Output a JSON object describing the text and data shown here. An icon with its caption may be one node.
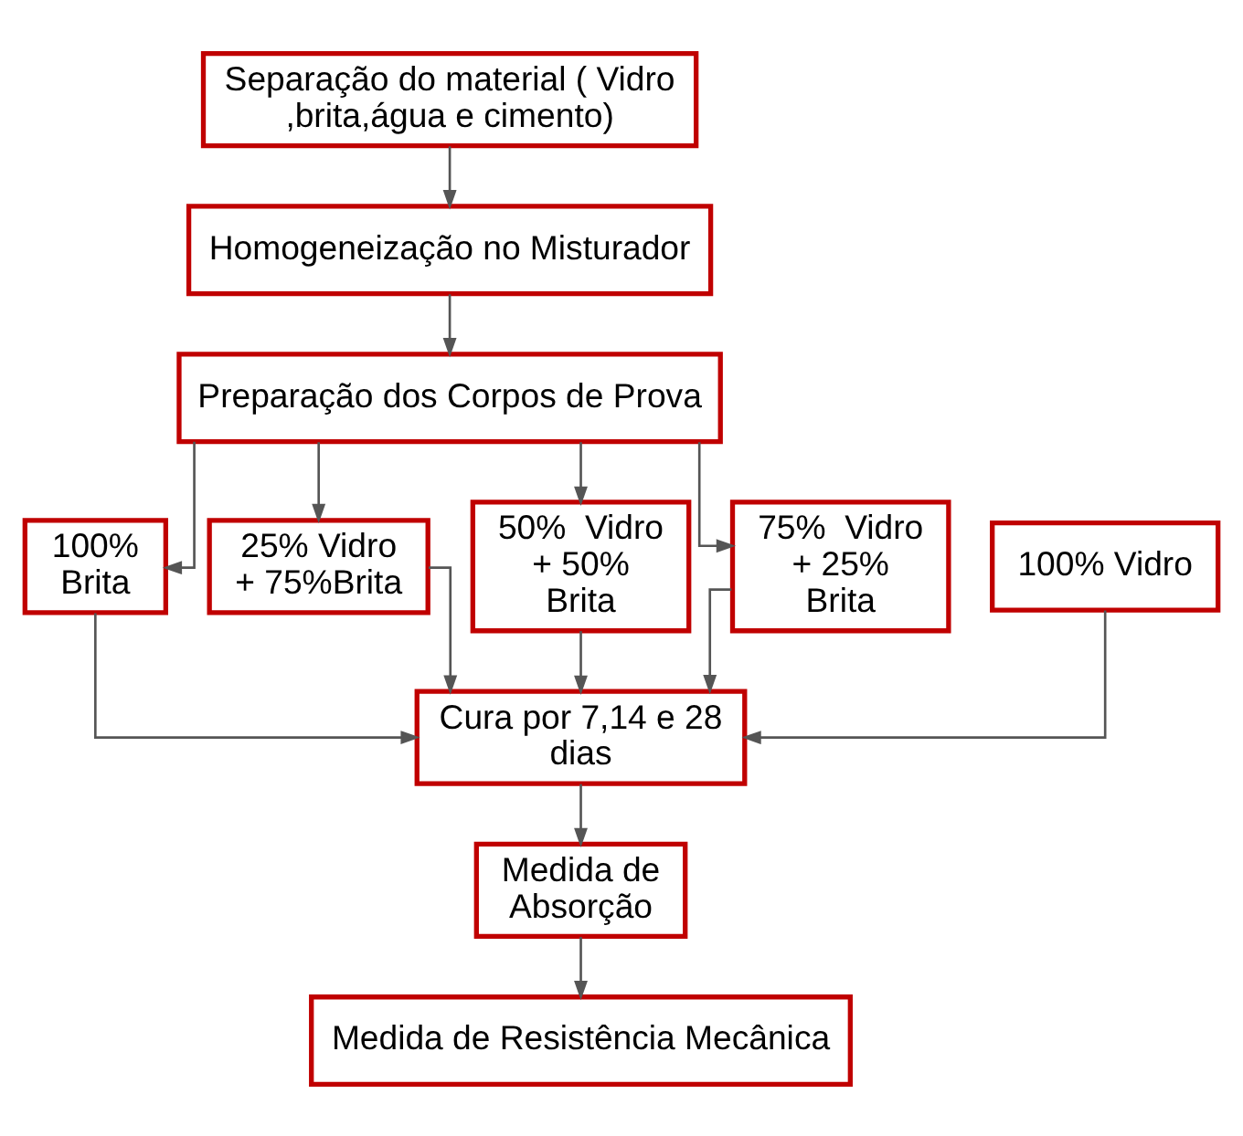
{
  "diagram": {
    "nodes": [
      {
        "text": [
          "Separação do material ( Vidro ,brita,água e cimento)"
        ]
      },
      {
        "text": [
          "Homogeneização no Misturador"
        ]
      },
      {
        "text": [
          "Preparação dos Corpos de Prova"
        ]
      },
      {
        "text": [
          "100% Brita"
        ]
      },
      {
        "text": [
          "25% Vidro + 75%Brita"
        ]
      },
      {
        "text": [
          "50%  Vidro + 50% Brita"
        ]
      },
      {
        "text": [
          "75%  Vidro + 25% Brita"
        ]
      },
      {
        "text": [
          "100% Vidro"
        ]
      },
      {
        "text": [
          "Cura por 7,14 e 28 dias"
        ]
      },
      {
        "text": [
          "Medida de Absorção"
        ]
      },
      {
        "text": [
          "Medida de Resistência Mecânica"
        ]
      }
    ],
    "edges": [
      {
        "from": 0,
        "to": 1,
        "arrow": "to"
      },
      {
        "from": 1,
        "to": 2,
        "arrow": "to"
      },
      {
        "from": 2,
        "to": 3,
        "arrow": "to"
      },
      {
        "from": 2,
        "to": 4,
        "arrow": "to"
      },
      {
        "from": 2,
        "to": 5,
        "arrow": "to"
      },
      {
        "from": 2,
        "to": 6,
        "arrow": "to"
      },
      {
        "from": 3,
        "to": 8,
        "arrow": "to"
      },
      {
        "from": 4,
        "to": 8,
        "arrow": "to"
      },
      {
        "from": 5,
        "to": 8,
        "arrow": "to"
      },
      {
        "from": 6,
        "to": 8,
        "arrow": "to"
      },
      {
        "from": 7,
        "to": 8,
        "arrow": "to"
      },
      {
        "from": 8,
        "to": 9,
        "arrow": "to"
      },
      {
        "from": 9,
        "to": 10,
        "arrow": "to"
      }
    ]
  }
}
